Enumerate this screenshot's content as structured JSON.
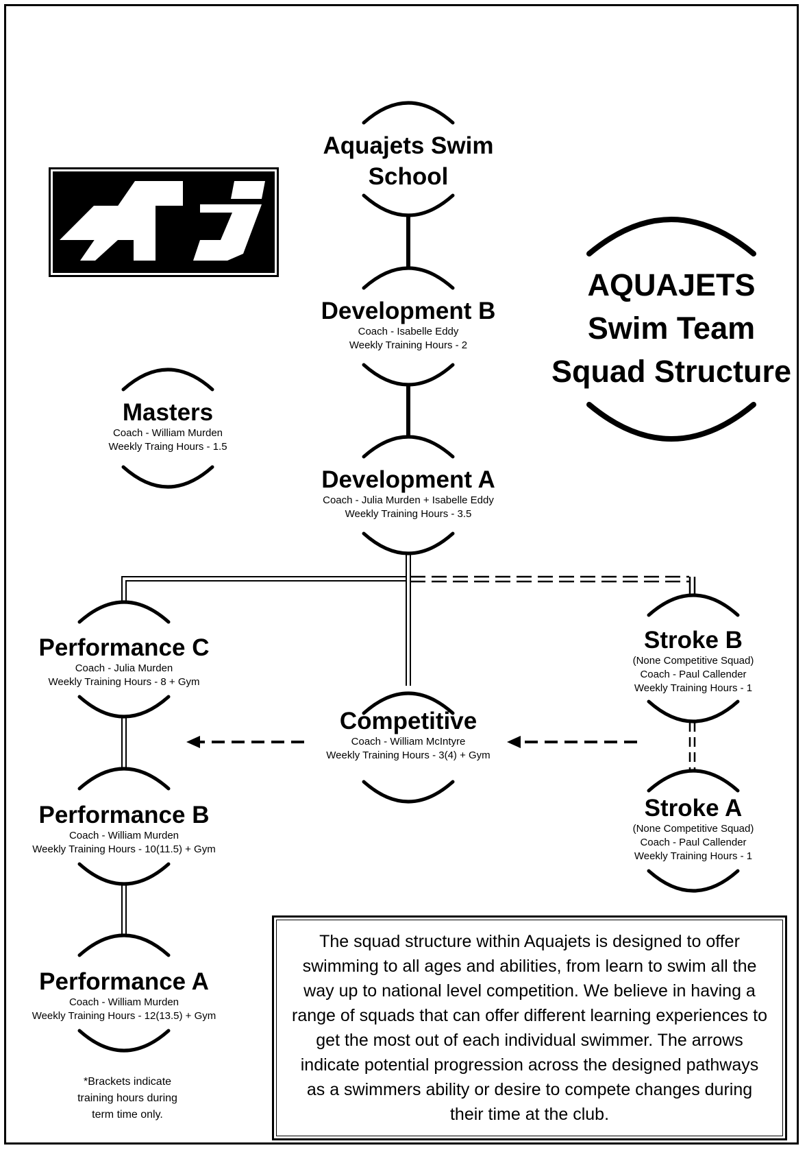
{
  "title": {
    "line1": "AQUAJETS",
    "line2": "Swim Team",
    "line3": "Squad Structure"
  },
  "logo": {
    "text": "AJ"
  },
  "squads": {
    "swim_school": {
      "name_line1": "Aquajets Swim",
      "name_line2": "School"
    },
    "dev_b": {
      "name": "Development B",
      "coach": "Coach - Isabelle Eddy",
      "hours": "Weekly Training Hours - 2"
    },
    "dev_a": {
      "name": "Development A",
      "coach": "Coach - Julia Murden + Isabelle Eddy",
      "hours": "Weekly Training Hours - 3.5"
    },
    "masters": {
      "name": "Masters",
      "coach": "Coach - William Murden",
      "hours": "Weekly Traing Hours - 1.5"
    },
    "perf_c": {
      "name": "Performance C",
      "coach": "Coach - Julia Murden",
      "hours": "Weekly Training Hours - 8 + Gym"
    },
    "perf_b": {
      "name": "Performance B",
      "coach": "Coach - William Murden",
      "hours": "Weekly Training Hours - 10(11.5) + Gym"
    },
    "perf_a": {
      "name": "Performance A",
      "coach": "Coach - William Murden",
      "hours": "Weekly Training Hours - 12(13.5) + Gym"
    },
    "competitive": {
      "name": "Competitive",
      "coach": "Coach - William McIntyre",
      "hours": "Weekly Training Hours - 3(4) + Gym"
    },
    "stroke_b": {
      "name": "Stroke B",
      "note": "(None Competitive Squad)",
      "coach": "Coach - Paul Callender",
      "hours": "Weekly Training Hours - 1"
    },
    "stroke_a": {
      "name": "Stroke A",
      "note": "(None Competitive Squad)",
      "coach": "Coach - Paul Callender",
      "hours": "Weekly Training Hours - 1"
    }
  },
  "footnote": {
    "line1": "*Brackets indicate",
    "line2": "training hours during",
    "line3": "term time only."
  },
  "description": "The squad structure within Aquajets is designed to offer swimming to all ages and abilities, from learn to swim all the way up to national level competition. We believe in having a range of squads that can offer different learning experiences to get the most out of each individual swimmer. The arrows indicate potential progression across the designed pathways as a swimmers ability or desire to compete changes during their time at the club."
}
